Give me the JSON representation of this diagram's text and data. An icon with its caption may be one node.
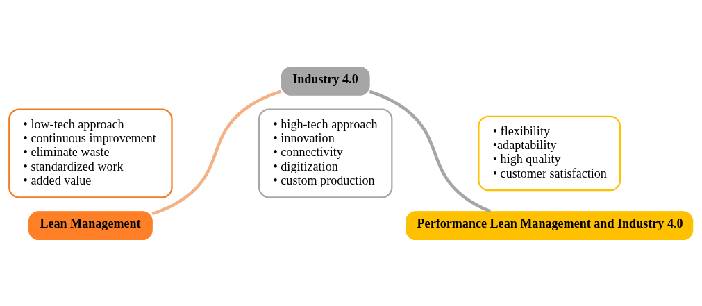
{
  "diagram": {
    "nodes": [
      {
        "text": [
          "• low-tech approach",
          "• continuous improvement",
          "• eliminate waste",
          "• standardized work",
          "• added value"
        ]
      },
      {
        "text": [
          "Lean Management"
        ]
      },
      {
        "text": [
          "Industry 4.0"
        ]
      },
      {
        "text": [
          "• high-tech approach",
          "• innovation",
          "• connectivity",
          "• digitization",
          "• custom production"
        ]
      },
      {
        "text": [
          "• flexibility",
          "•adaptability",
          "• high quality",
          "• customer satisfaction"
        ]
      },
      {
        "text": [
          "Performance Lean Management and Industry 4.0"
        ]
      }
    ],
    "edges": [
      {
        "from": 1,
        "to": 2,
        "arrow": "none",
        "color": "#f4b183"
      },
      {
        "from": 2,
        "to": 5,
        "arrow": "none"
      }
    ]
  }
}
